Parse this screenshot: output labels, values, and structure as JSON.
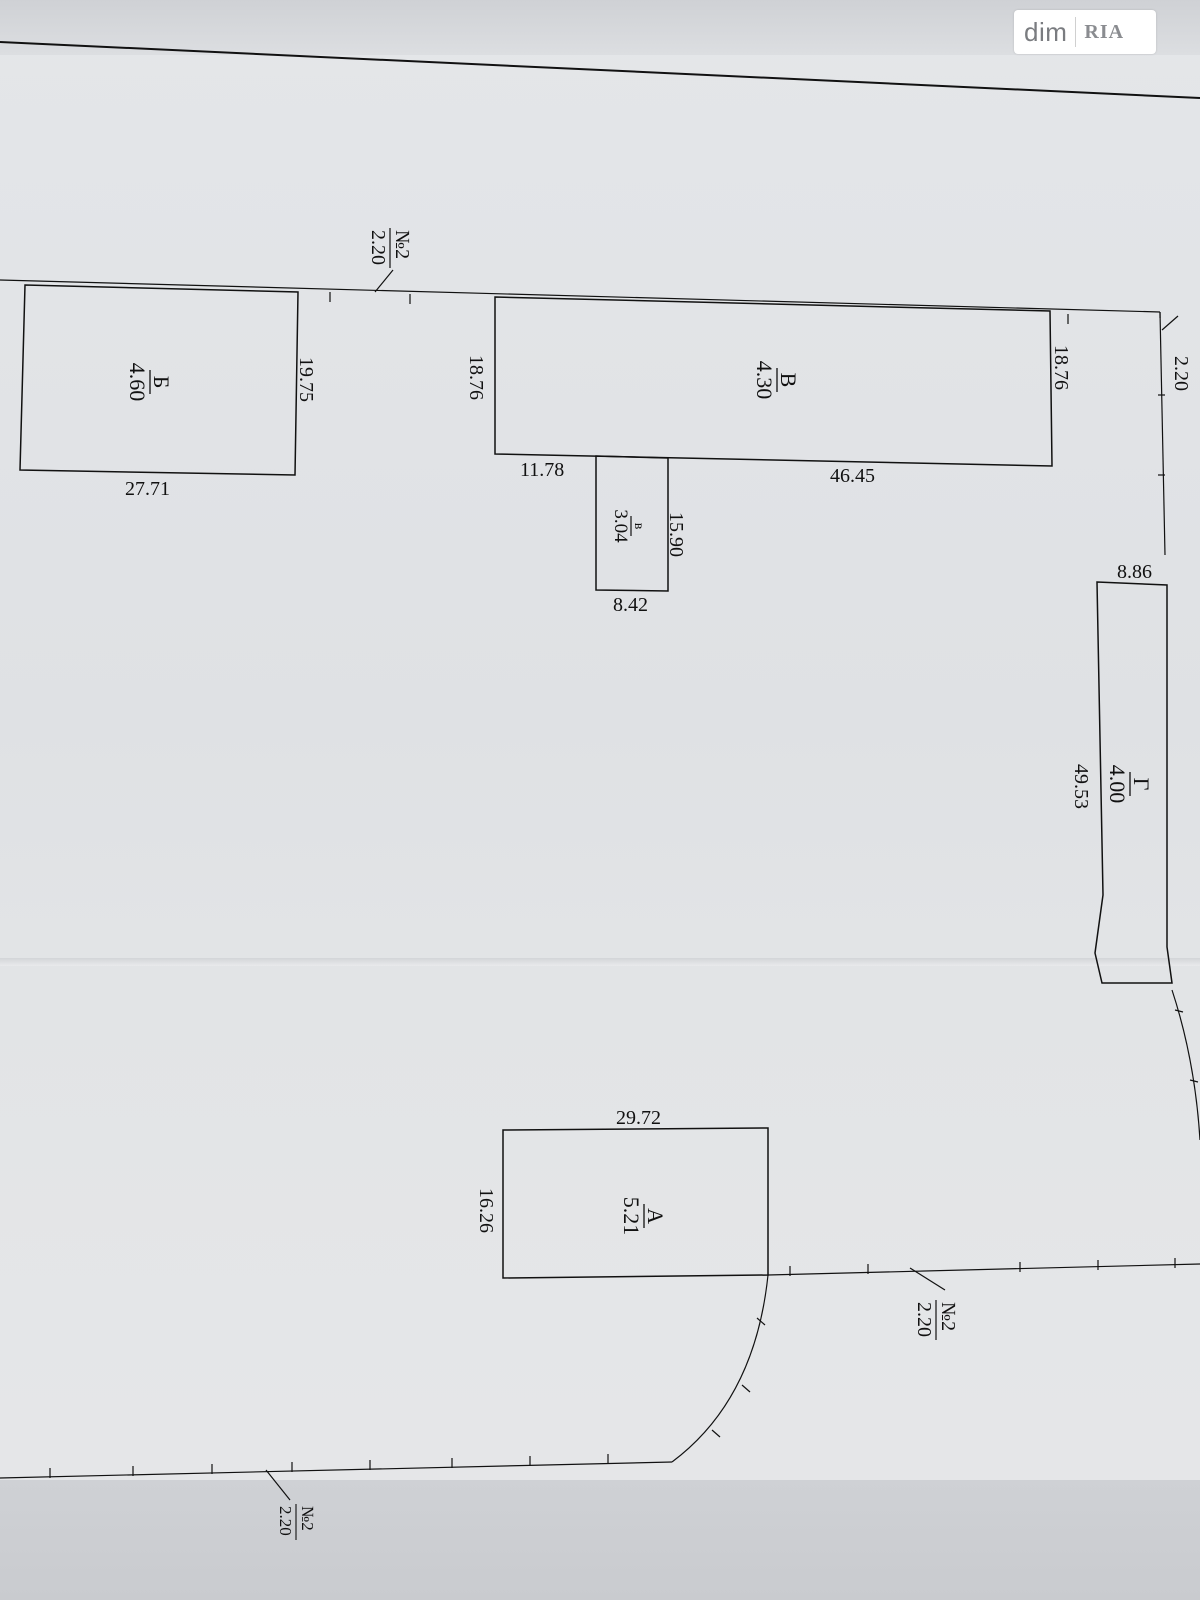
{
  "watermark": {
    "text": "dim",
    "logo": "RIA"
  },
  "buildings": [
    {
      "id": "B",
      "letter": "Б",
      "height": "4.60",
      "dims": [
        "27.71",
        "19.75"
      ]
    },
    {
      "id": "V",
      "letter": "В",
      "height": "4.30",
      "dims": [
        "46.45",
        "18.76",
        "18.76",
        "11.78"
      ]
    },
    {
      "id": "v",
      "letter": "в",
      "height": "3.04",
      "dims": [
        "15.90",
        "8.42"
      ]
    },
    {
      "id": "G",
      "letter": "Г",
      "height": "4.00",
      "dims": [
        "49.53",
        "8.86"
      ]
    },
    {
      "id": "A",
      "letter": "А",
      "height": "5.21",
      "dims": [
        "29.72",
        "16.26"
      ]
    }
  ],
  "fences": [
    {
      "label": "№2",
      "height": "2.20"
    },
    {
      "label": "2.20"
    },
    {
      "label": "№2",
      "height": "2.20"
    },
    {
      "label": "№2",
      "height": "2.20"
    }
  ],
  "colors": {
    "paper": "#e2e4e7",
    "ink": "#111111"
  }
}
